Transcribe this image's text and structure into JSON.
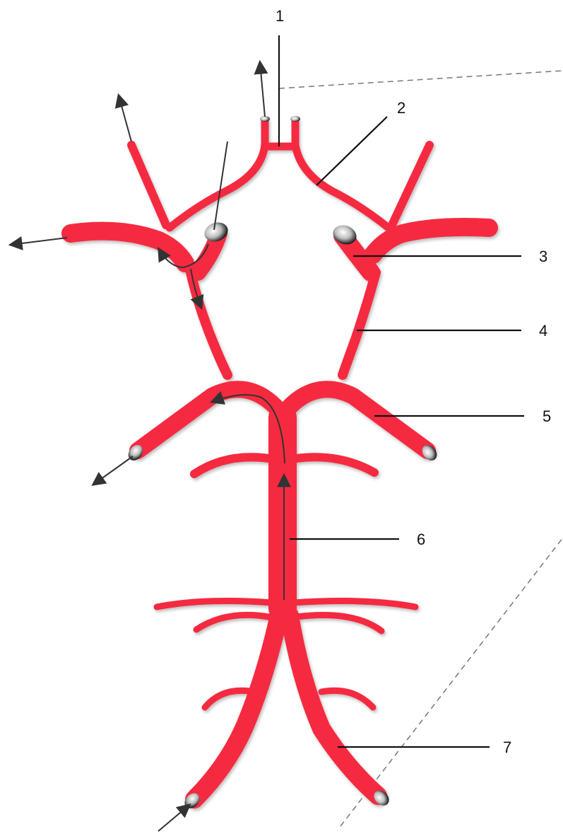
{
  "colors": {
    "vessel": "#f52a3f",
    "label_line": "#111111",
    "arrow": "#333333",
    "dashed_guide": "#777777"
  },
  "labels": [
    {
      "id": "1",
      "text": "1"
    },
    {
      "id": "2",
      "text": "2"
    },
    {
      "id": "3",
      "text": "3"
    },
    {
      "id": "4",
      "text": "4"
    },
    {
      "id": "5",
      "text": "5"
    },
    {
      "id": "6",
      "text": "6"
    },
    {
      "id": "7",
      "text": "7"
    }
  ]
}
